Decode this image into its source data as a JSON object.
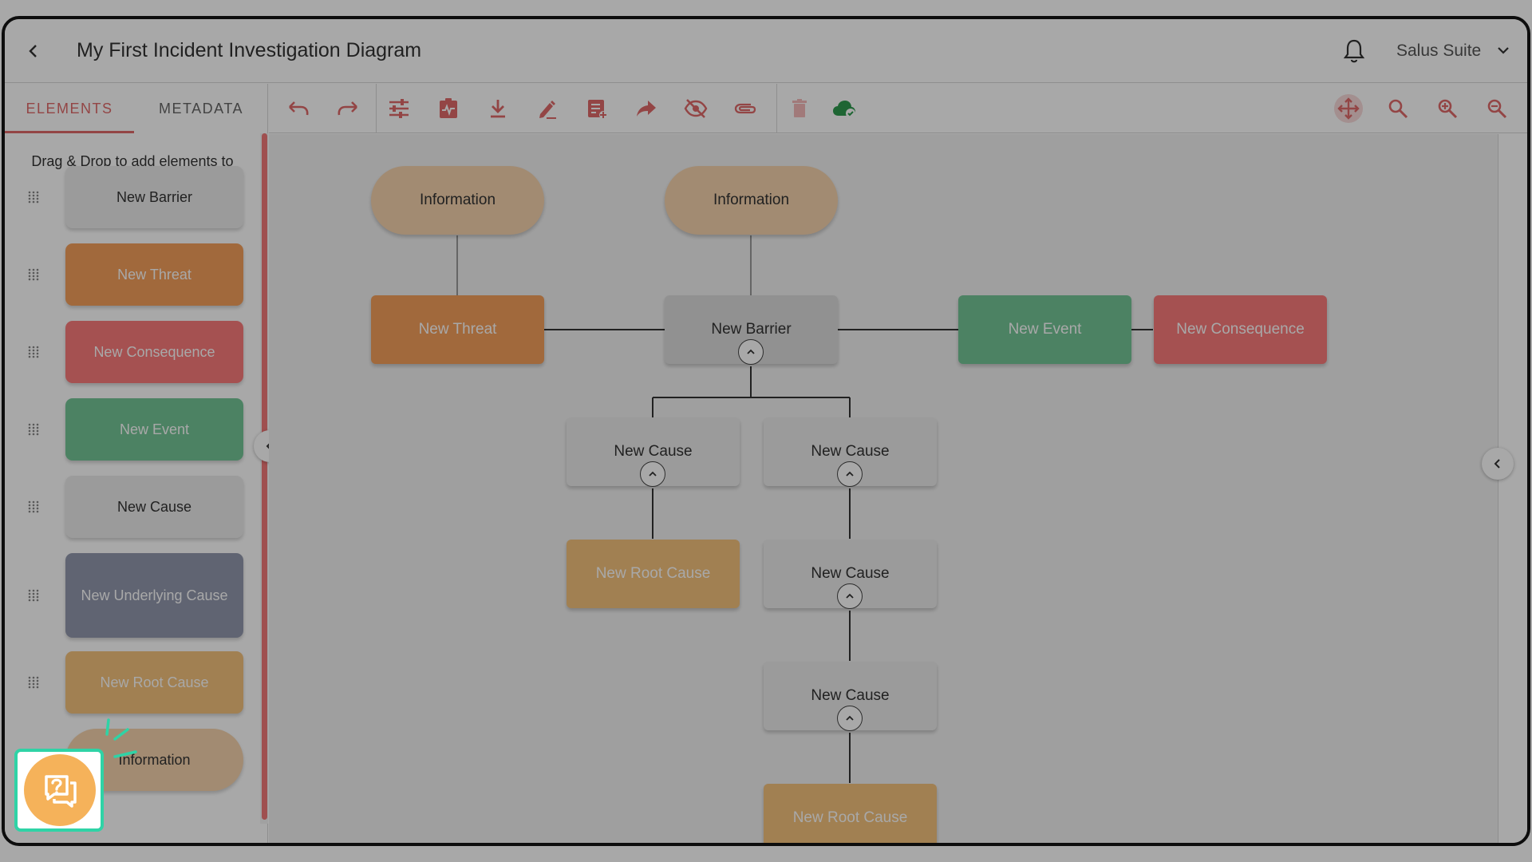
{
  "header": {
    "title": "My First Incident Investigation Diagram",
    "suite_label": "Salus Suite"
  },
  "sidebar": {
    "tabs": [
      {
        "label": "ELEMENTS",
        "active": true
      },
      {
        "label": "METADATA",
        "active": false
      }
    ],
    "hint": "Drag & Drop to add elements to the diagram",
    "palette": [
      {
        "label": "New Barrier",
        "color": "#ececec",
        "text_color": "#333333"
      },
      {
        "label": "New Threat",
        "color": "#f5a05c",
        "text_color": "#ffffff"
      },
      {
        "label": "New Consequence",
        "color": "#fa7c7c",
        "text_color": "#ffffff"
      },
      {
        "label": "New Event",
        "color": "#74c697",
        "text_color": "#ffffff"
      },
      {
        "label": "New Cause",
        "color": "#ececec",
        "text_color": "#333333"
      },
      {
        "label": "New Underlying Cause",
        "color": "#9298ad",
        "text_color": "#ffffff"
      },
      {
        "label": "New Root Cause",
        "color": "#f4c27d",
        "text_color": "#ffffff"
      },
      {
        "label": "Information",
        "color": "#f6d4ae",
        "text_color": "#333333"
      }
    ]
  },
  "toolbar": {
    "buttons": [
      {
        "name": "undo-icon"
      },
      {
        "name": "redo-icon"
      },
      {
        "name": "tune-icon"
      },
      {
        "name": "clipboard-pulse-icon"
      },
      {
        "name": "download-icon"
      },
      {
        "name": "edit-icon"
      },
      {
        "name": "note-add-icon"
      },
      {
        "name": "share-icon"
      },
      {
        "name": "visibility-off-icon"
      },
      {
        "name": "attachment-icon"
      },
      {
        "name": "delete-icon"
      },
      {
        "name": "cloud-done-icon"
      },
      {
        "name": "pan-icon"
      },
      {
        "name": "search-icon"
      },
      {
        "name": "zoom-in-icon"
      },
      {
        "name": "zoom-out-icon"
      }
    ],
    "accent": "#e06a6a"
  },
  "diagram": {
    "nodes": [
      {
        "id": "info1",
        "label": "Information",
        "kind": "info"
      },
      {
        "id": "info2",
        "label": "Information",
        "kind": "info"
      },
      {
        "id": "threat",
        "label": "New Threat",
        "kind": "threat"
      },
      {
        "id": "barrier",
        "label": "New Barrier",
        "kind": "barrier"
      },
      {
        "id": "event",
        "label": "New Event",
        "kind": "event"
      },
      {
        "id": "consequence",
        "label": "New Consequence",
        "kind": "consequence"
      },
      {
        "id": "cause1",
        "label": "New Cause",
        "kind": "cause"
      },
      {
        "id": "cause2",
        "label": "New Cause",
        "kind": "cause"
      },
      {
        "id": "root1",
        "label": "New Root Cause",
        "kind": "root"
      },
      {
        "id": "cause3",
        "label": "New Cause",
        "kind": "cause"
      },
      {
        "id": "cause4",
        "label": "New Cause",
        "kind": "cause"
      },
      {
        "id": "root2",
        "label": "New Root Cause",
        "kind": "root"
      }
    ],
    "colors": {
      "info": "#f6d4ae",
      "threat": "#f5a05c",
      "barrier": "#dcdcdc",
      "event": "#74c697",
      "consequence": "#fa7c7c",
      "cause": "#ececec",
      "root": "#f4c27d"
    },
    "text_colors": {
      "info": "#333333",
      "threat": "#ffffff",
      "barrier": "#333333",
      "event": "#ffffff",
      "consequence": "#ffffff",
      "cause": "#333333",
      "root": "#ffffff"
    }
  }
}
